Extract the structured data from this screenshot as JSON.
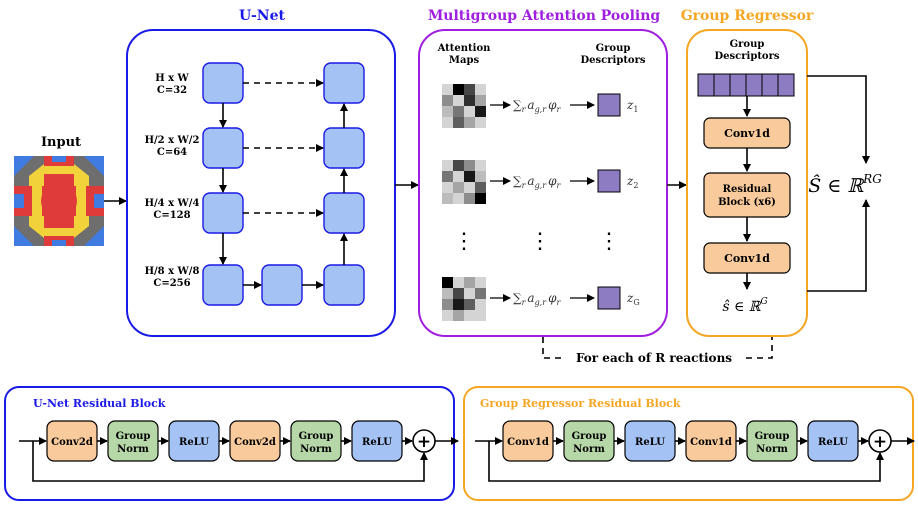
{
  "colors": {
    "unet": "#1a1ae6",
    "attention": "#a01ee0",
    "regressor": "#f5a623",
    "blue_block": "#a4c2f4",
    "orange_block": "#f9cb9c",
    "green_block": "#b6d7a8",
    "purple_square": "#8e7cc3"
  },
  "input": {
    "label": "Input"
  },
  "unet": {
    "title": "U-Net",
    "levels": [
      {
        "size": "H x W",
        "channels": "C=32"
      },
      {
        "size": "H/2 x W/2",
        "channels": "C=64"
      },
      {
        "size": "H/4 x W/4",
        "channels": "C=128"
      },
      {
        "size": "H/8 x W/8",
        "channels": "C=256"
      }
    ]
  },
  "attention": {
    "title": "Multigroup Attention Pooling",
    "col_maps": "Attention Maps",
    "col_maps_l1": "Attention",
    "col_maps_l2": "Maps",
    "col_desc_l1": "Group",
    "col_desc_l2": "Descriptors",
    "sum_expr": "∑r ag,r φr",
    "sum_symbol": "∑",
    "sum_sub_r": "r",
    "sum_a": "a",
    "sum_sub_gr": "g,r",
    "sum_phi": "φ",
    "sum_sub_phi": "r",
    "z_labels": [
      "1",
      "2",
      "G"
    ],
    "z_symbol": "z",
    "dots": "⋮"
  },
  "regressor": {
    "title": "Group Regressor",
    "desc_l1": "Group",
    "desc_l2": "Descriptors",
    "conv1d_top": "Conv1d",
    "res_l1": "Residual",
    "res_l2": "Block (x6)",
    "conv1d_bottom": "Conv1d",
    "output_s": "ŝ ∈ ℝ",
    "output_s_sup": "G"
  },
  "final_output": {
    "text": "Ŝ ∈ ℝ",
    "sup": "RG"
  },
  "loop_label": "For each of R reactions",
  "unet_res_block": {
    "title": "U-Net Residual Block",
    "blocks": [
      {
        "l1": "Conv2d",
        "l2": "",
        "kind": "orange"
      },
      {
        "l1": "Group",
        "l2": "Norm",
        "kind": "green"
      },
      {
        "l1": "ReLU",
        "l2": "",
        "kind": "blue"
      },
      {
        "l1": "Conv2d",
        "l2": "",
        "kind": "orange"
      },
      {
        "l1": "Group",
        "l2": "Norm",
        "kind": "green"
      },
      {
        "l1": "ReLU",
        "l2": "",
        "kind": "blue"
      }
    ],
    "plus": "+"
  },
  "gr_res_block": {
    "title": "Group Regressor Residual Block",
    "blocks": [
      {
        "l1": "Conv1d",
        "l2": "",
        "kind": "orange"
      },
      {
        "l1": "Group",
        "l2": "Norm",
        "kind": "green"
      },
      {
        "l1": "ReLU",
        "l2": "",
        "kind": "blue"
      },
      {
        "l1": "Conv1d",
        "l2": "",
        "kind": "orange"
      },
      {
        "l1": "Group",
        "l2": "Norm",
        "kind": "green"
      },
      {
        "l1": "ReLU",
        "l2": "",
        "kind": "blue"
      }
    ],
    "plus": "+"
  }
}
